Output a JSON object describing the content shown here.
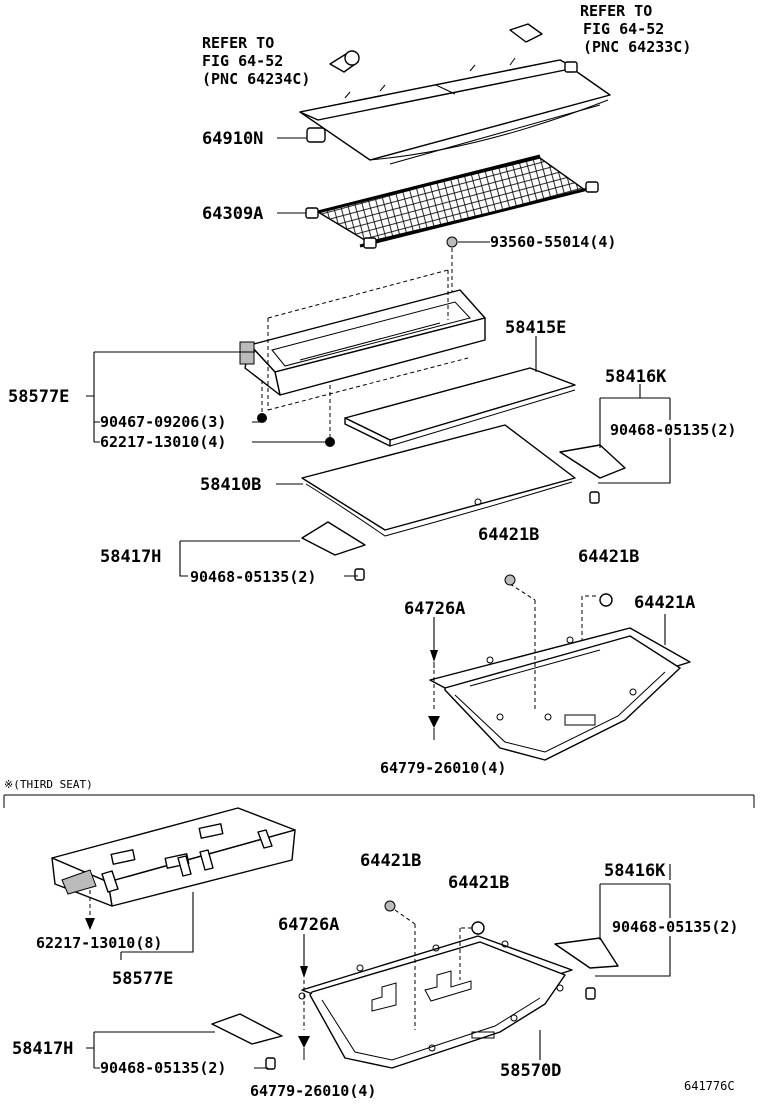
{
  "refs": {
    "top_right": [
      "REFER TO",
      "FIG 64-52",
      "(PNC 64233C)"
    ],
    "top_left": [
      "REFER TO",
      "FIG 64-52",
      "(PNC 64234C)"
    ]
  },
  "parts": {
    "p64910N": "64910N",
    "p64309A": "64309A",
    "p93560": "93560-55014(4)",
    "p58415E": "58415E",
    "p58416K_a": "58416K",
    "p58577E_a": "58577E",
    "p90467": "90467-09206(3)",
    "p62217_a": "62217-13010(4)",
    "p90468_a": "90468-05135(2)",
    "p58410B": "58410B",
    "p64421B_a": "64421B",
    "p64421B_b": "64421B",
    "p58417H_a": "58417H",
    "p90468_b": "90468-05135(2)",
    "p64726A_a": "64726A",
    "p64421A": "64421A",
    "p64779_a": "64779-26010(4)",
    "p64421B_c": "64421B",
    "p64421B_d": "64421B",
    "p58416K_b": "58416K",
    "p64726A_b": "64726A",
    "p90468_c": "90468-05135(2)",
    "p62217_b": "62217-13010(8)",
    "p58577E_b": "58577E",
    "p58417H_b": "58417H",
    "p90468_d": "90468-05135(2)",
    "p64779_b": "64779-26010(4)",
    "p58570D": "58570D"
  },
  "section_label": "※(THIRD SEAT)",
  "figure_id": "641776C"
}
